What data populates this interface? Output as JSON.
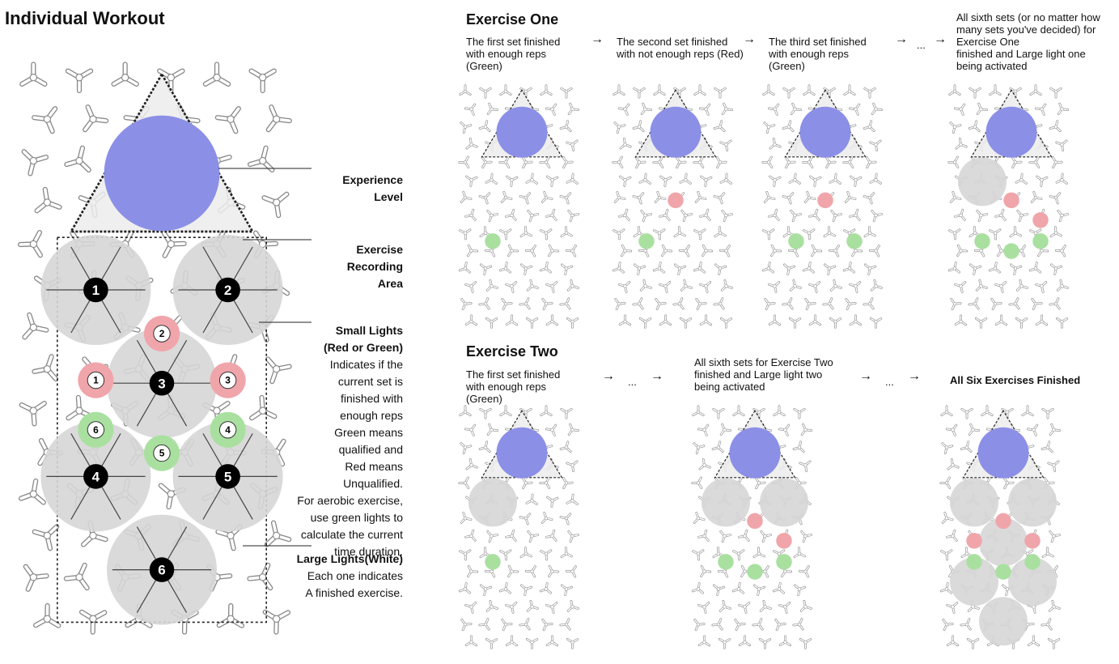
{
  "main_title": "Individual Workout",
  "left_diagram": {
    "labels": {
      "experience_level": [
        "Experience",
        "Level"
      ],
      "recording_area": [
        "Exercise",
        "Recording",
        "Area"
      ],
      "small_lights_title": [
        "Small Lights",
        "(Red or Green)"
      ],
      "small_lights_desc": [
        "Indicates if the",
        "current set is",
        "finished with",
        "enough reps",
        "Green means",
        "qualified and",
        "Red means",
        "Unqualified.",
        "For aerobic exercise,",
        "use green lights to",
        "calculate the current",
        "time duration."
      ],
      "large_lights_title": "Large Lights(White)",
      "large_lights_desc": [
        "Each one indicates",
        "A finished exercise."
      ]
    },
    "large_light_numbers": [
      "1",
      "2",
      "3",
      "4",
      "5",
      "6"
    ],
    "small_lights": [
      {
        "n": "1",
        "state": "red"
      },
      {
        "n": "2",
        "state": "red"
      },
      {
        "n": "3",
        "state": "red"
      },
      {
        "n": "4",
        "state": "green"
      },
      {
        "n": "5",
        "state": "green"
      },
      {
        "n": "6",
        "state": "green"
      }
    ]
  },
  "exercise_one": {
    "heading": "Exercise One",
    "steps": [
      {
        "caption": [
          "The first set finished",
          "with enough reps",
          "(Green)"
        ],
        "small": [
          "",
          "",
          "",
          "",
          "",
          "green"
        ],
        "large_done": 0
      },
      {
        "caption": [
          "The second set finished",
          "with not enough reps (Red)"
        ],
        "small": [
          "",
          "red",
          "",
          "",
          "",
          "green"
        ],
        "large_done": 0
      },
      {
        "caption": [
          "The third set finished",
          "with enough reps",
          "(Green)"
        ],
        "small": [
          "",
          "red",
          "",
          "green",
          "",
          "green"
        ],
        "large_done": 0
      },
      {
        "caption": [
          "All sixth sets (or no matter how",
          "many sets you've decided) for",
          "Exercise One",
          "finished and Large light one",
          "being activated"
        ],
        "small": [
          "",
          "red",
          "red",
          "green",
          "green",
          "green"
        ],
        "large_done": 1
      }
    ],
    "ellipsis": "..."
  },
  "exercise_two": {
    "heading": "Exercise Two",
    "steps": [
      {
        "caption": [
          "The first set finished",
          "with enough reps",
          "(Green)"
        ],
        "small": [
          "",
          "",
          "",
          "",
          "",
          "green"
        ],
        "large_done": 1
      },
      {
        "caption": [
          "All sixth sets for Exercise Two",
          "finished and Large light two",
          "being activated"
        ],
        "small": [
          "",
          "red",
          "red",
          "green",
          "green",
          "green"
        ],
        "large_done": 2
      },
      {
        "caption": [
          "All Six Exercises Finished"
        ],
        "small": [
          "red",
          "red",
          "red",
          "green",
          "green",
          "green"
        ],
        "large_done": 6
      }
    ],
    "ellipsis": "..."
  },
  "colors": {
    "purple": "#8b8fe6",
    "red": "#f0a5aa",
    "green": "#a9e0a0",
    "gray": "#d6d6d6",
    "triangle_fill": "#ececec",
    "outline": "#888888",
    "text": "#111111"
  }
}
